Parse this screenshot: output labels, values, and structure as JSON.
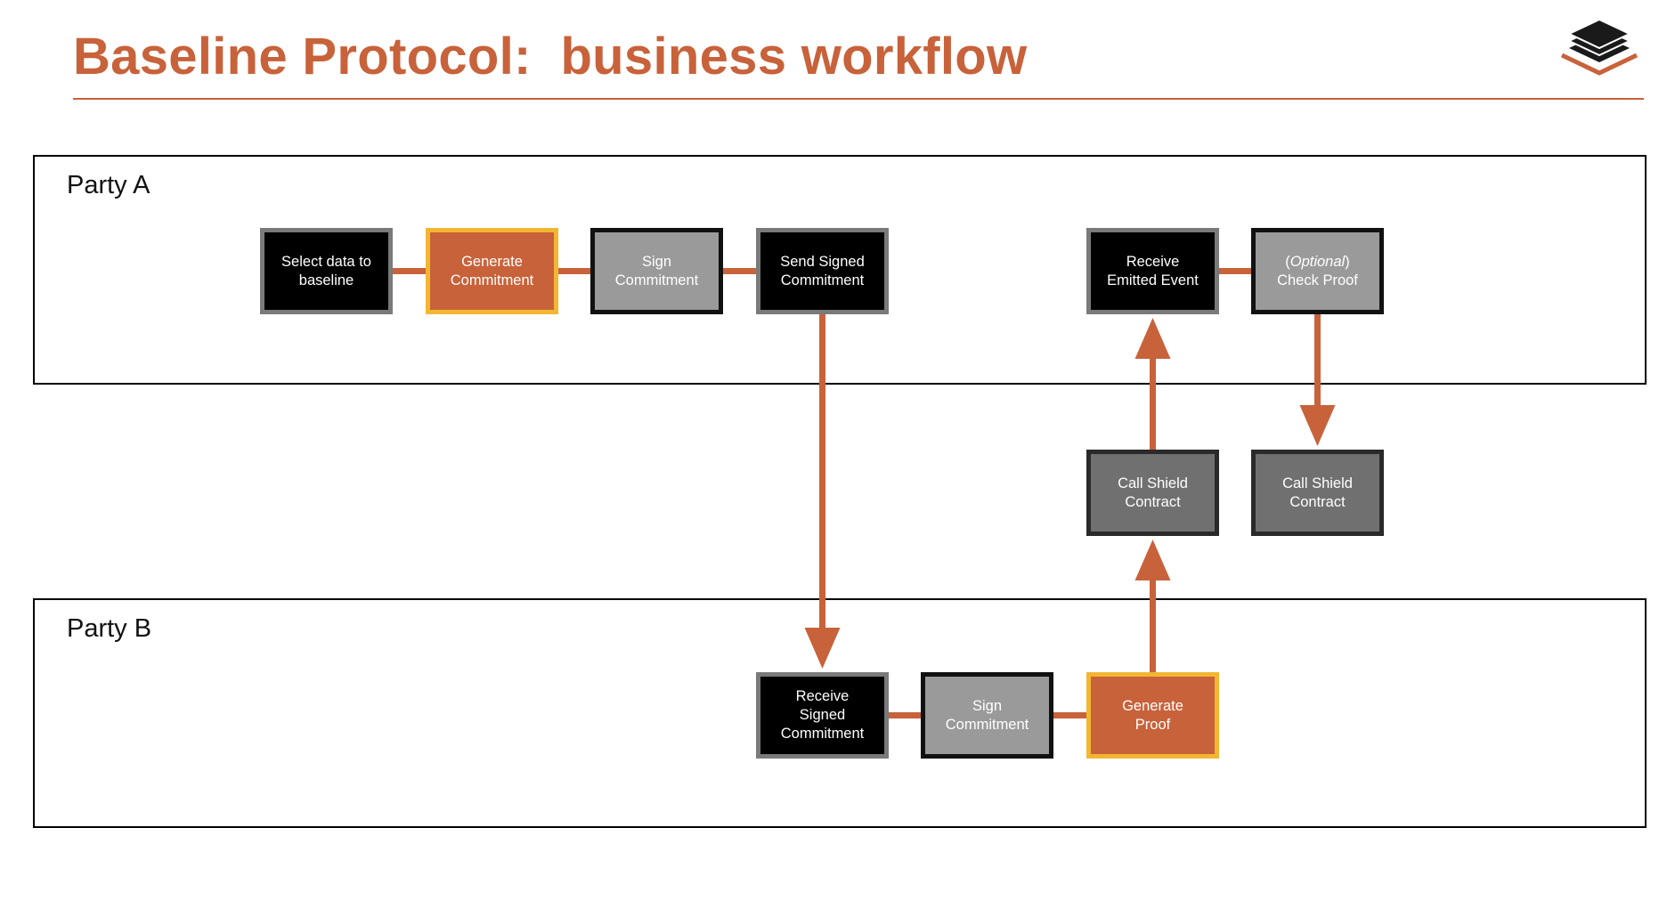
{
  "title": "Baseline Protocol:  business workflow",
  "colors": {
    "accent": "#c8623a",
    "highlight_border": "#f2b632",
    "black_box": "#000000",
    "grey_box": "#9a9a9a",
    "dark_grey_box": "#707070"
  },
  "logo": {
    "icon": "stacked-layers-logo"
  },
  "lanes": {
    "party_a": {
      "label": "Party A"
    },
    "party_b": {
      "label": "Party B"
    }
  },
  "steps": {
    "select_data": {
      "label": "Select data to\nbaseline",
      "style": "black"
    },
    "generate_commitment": {
      "label": "Generate\nCommitment",
      "style": "orange"
    },
    "sign_commitment_a": {
      "label": "Sign\nCommitment",
      "style": "grey"
    },
    "send_signed_commitment": {
      "label": "Send Signed\nCommitment",
      "style": "black"
    },
    "receive_emitted_event": {
      "label": "Receive\nEmitted Event",
      "style": "black"
    },
    "check_proof": {
      "optional": "Optional",
      "label": "Check Proof",
      "style": "grey"
    },
    "call_shield_contract_left": {
      "label": "Call Shield\nContract",
      "style": "dark"
    },
    "call_shield_contract_right": {
      "label": "Call Shield\nContract",
      "style": "dark"
    },
    "receive_signed_commitment": {
      "label": "Receive\nSigned\nCommitment",
      "style": "black"
    },
    "sign_commitment_b": {
      "label": "Sign\nCommitment",
      "style": "grey"
    },
    "generate_proof": {
      "label": "Generate\nProof",
      "style": "orange"
    }
  },
  "connections": [
    {
      "from": "select_data",
      "to": "generate_commitment",
      "arrow": false
    },
    {
      "from": "generate_commitment",
      "to": "sign_commitment_a",
      "arrow": false
    },
    {
      "from": "sign_commitment_a",
      "to": "send_signed_commitment",
      "arrow": false
    },
    {
      "from": "send_signed_commitment",
      "to": "receive_signed_commitment",
      "arrow": true
    },
    {
      "from": "receive_signed_commitment",
      "to": "sign_commitment_b",
      "arrow": false
    },
    {
      "from": "sign_commitment_b",
      "to": "generate_proof",
      "arrow": false
    },
    {
      "from": "generate_proof",
      "to": "call_shield_contract_left",
      "arrow": true
    },
    {
      "from": "call_shield_contract_left",
      "to": "receive_emitted_event",
      "arrow": true
    },
    {
      "from": "receive_emitted_event",
      "to": "check_proof",
      "arrow": false
    },
    {
      "from": "check_proof",
      "to": "call_shield_contract_right",
      "arrow": true
    }
  ]
}
